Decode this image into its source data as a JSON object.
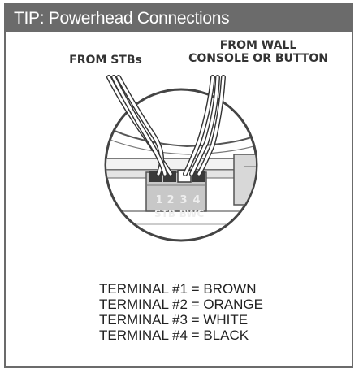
{
  "title": "TIP: Powerhead Connections",
  "labels": {
    "from_stbs": "FROM STBs",
    "from_wall_line1": "FROM WALL",
    "from_wall_line2": "CONSOLE OR BUTTON"
  },
  "terminal_block": {
    "numbers": [
      "1",
      "2",
      "3",
      "4"
    ],
    "group_stb": "STB",
    "group_bwc": "BWC"
  },
  "legend": [
    "TERMINAL #1 = BROWN",
    "TERMINAL #2 = ORANGE",
    "TERMINAL #3 = WHITE",
    "TERMINAL #4 = BLACK"
  ],
  "colors": {
    "frame": "#6b6b6b",
    "header_text": "#ffffff",
    "line_art": "#333333",
    "terminal_block": "#c8c8c8",
    "terminal_text": "#e6e6e6"
  }
}
